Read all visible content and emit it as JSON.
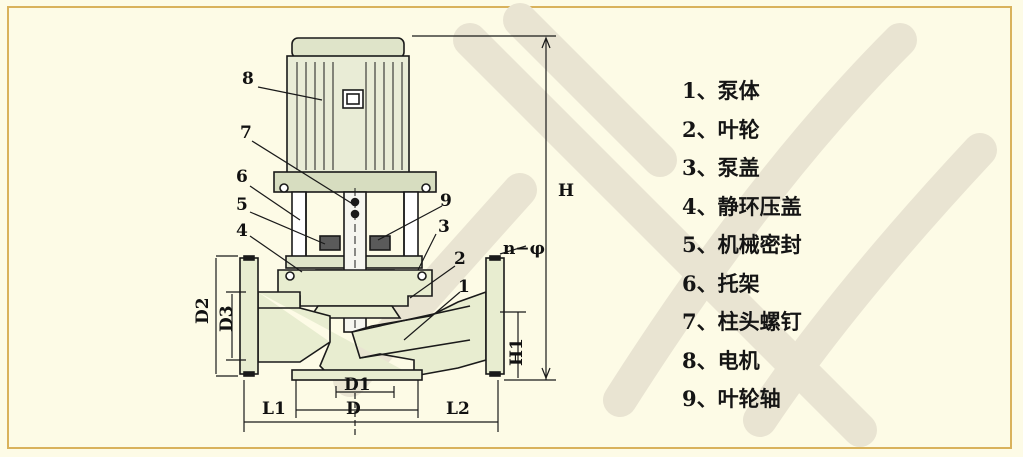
{
  "legend": [
    "1、泵体",
    "2、叶轮",
    "3、泵盖",
    "4、静环压盖",
    "5、机械密封",
    "6、托架",
    "7、柱头螺钉",
    "8、电机",
    "9、叶轮轴"
  ],
  "callouts": [
    "1",
    "2",
    "3",
    "4",
    "5",
    "6",
    "7",
    "8",
    "9"
  ],
  "dimensions": {
    "H": "H",
    "n_phi": "n−φ",
    "D2": "D2",
    "D3": "D3",
    "H1": "H1",
    "D1": "D1",
    "D": "D",
    "L1": "L1",
    "L2": "L2"
  },
  "colors": {
    "background": "#fdfbe6",
    "border": "#d9b25c",
    "line": "#1a1a1a",
    "casing_fill": "#e8edd0",
    "motor_fill": "#e9ecd6",
    "seal_fill": "#5a5a5a",
    "watermark": "#e6e1cf"
  }
}
